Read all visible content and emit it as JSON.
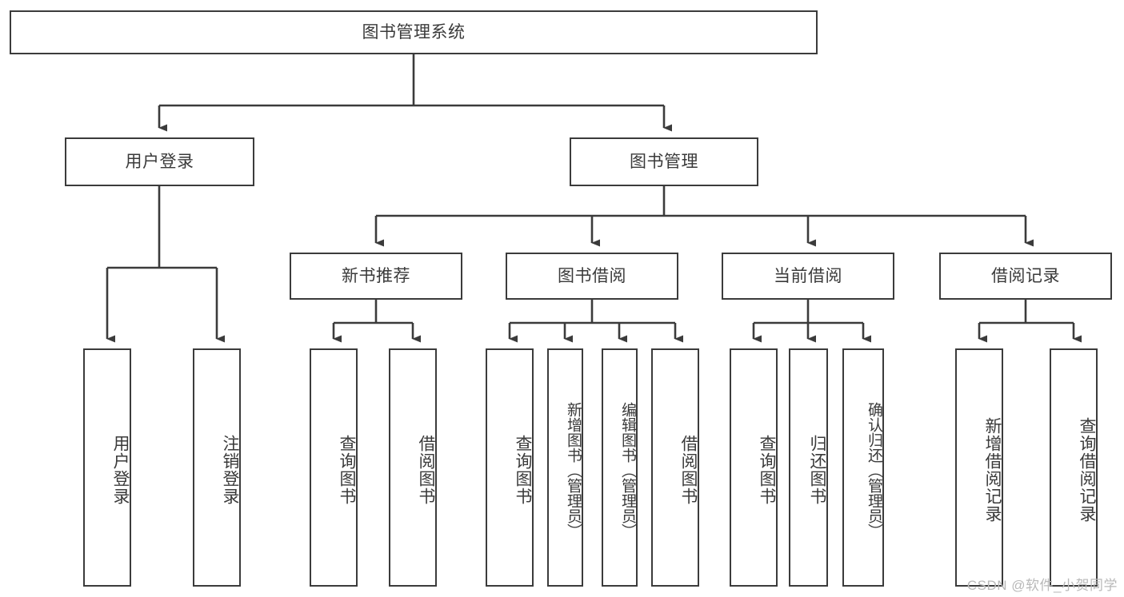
{
  "diagram": {
    "title": "图书管理系统",
    "watermark": "CSDN @软件_小贺同学",
    "line_color": "#3b3b3b",
    "text_color": "#3a3a3a",
    "background_color": "#ffffff",
    "watermark_color": "#b9b9b9"
  },
  "nodes": {
    "root": {
      "label": "图书管理系统"
    },
    "level2": [
      {
        "label": "用户登录"
      },
      {
        "label": "图书管理"
      }
    ],
    "level3": [
      {
        "label": "新书推荐"
      },
      {
        "label": "图书借阅"
      },
      {
        "label": "当前借阅"
      },
      {
        "label": "借阅记录"
      }
    ],
    "leaves_user_login": [
      {
        "label": "用户登录"
      },
      {
        "label": "注销登录"
      }
    ],
    "leaves_new_book": [
      {
        "label": "查询图书"
      },
      {
        "label": "借阅图书"
      }
    ],
    "leaves_borrow": [
      {
        "label": "查询图书"
      },
      {
        "label": "新增图书（管理员）"
      },
      {
        "label": "编辑图书（管理员）"
      },
      {
        "label": "借阅图书"
      }
    ],
    "leaves_current": [
      {
        "label": "查询图书"
      },
      {
        "label": "归还图书"
      },
      {
        "label": "确认归还（管理员）"
      }
    ],
    "leaves_records": [
      {
        "label": "新增借阅记录"
      },
      {
        "label": "查询借阅记录"
      }
    ]
  }
}
